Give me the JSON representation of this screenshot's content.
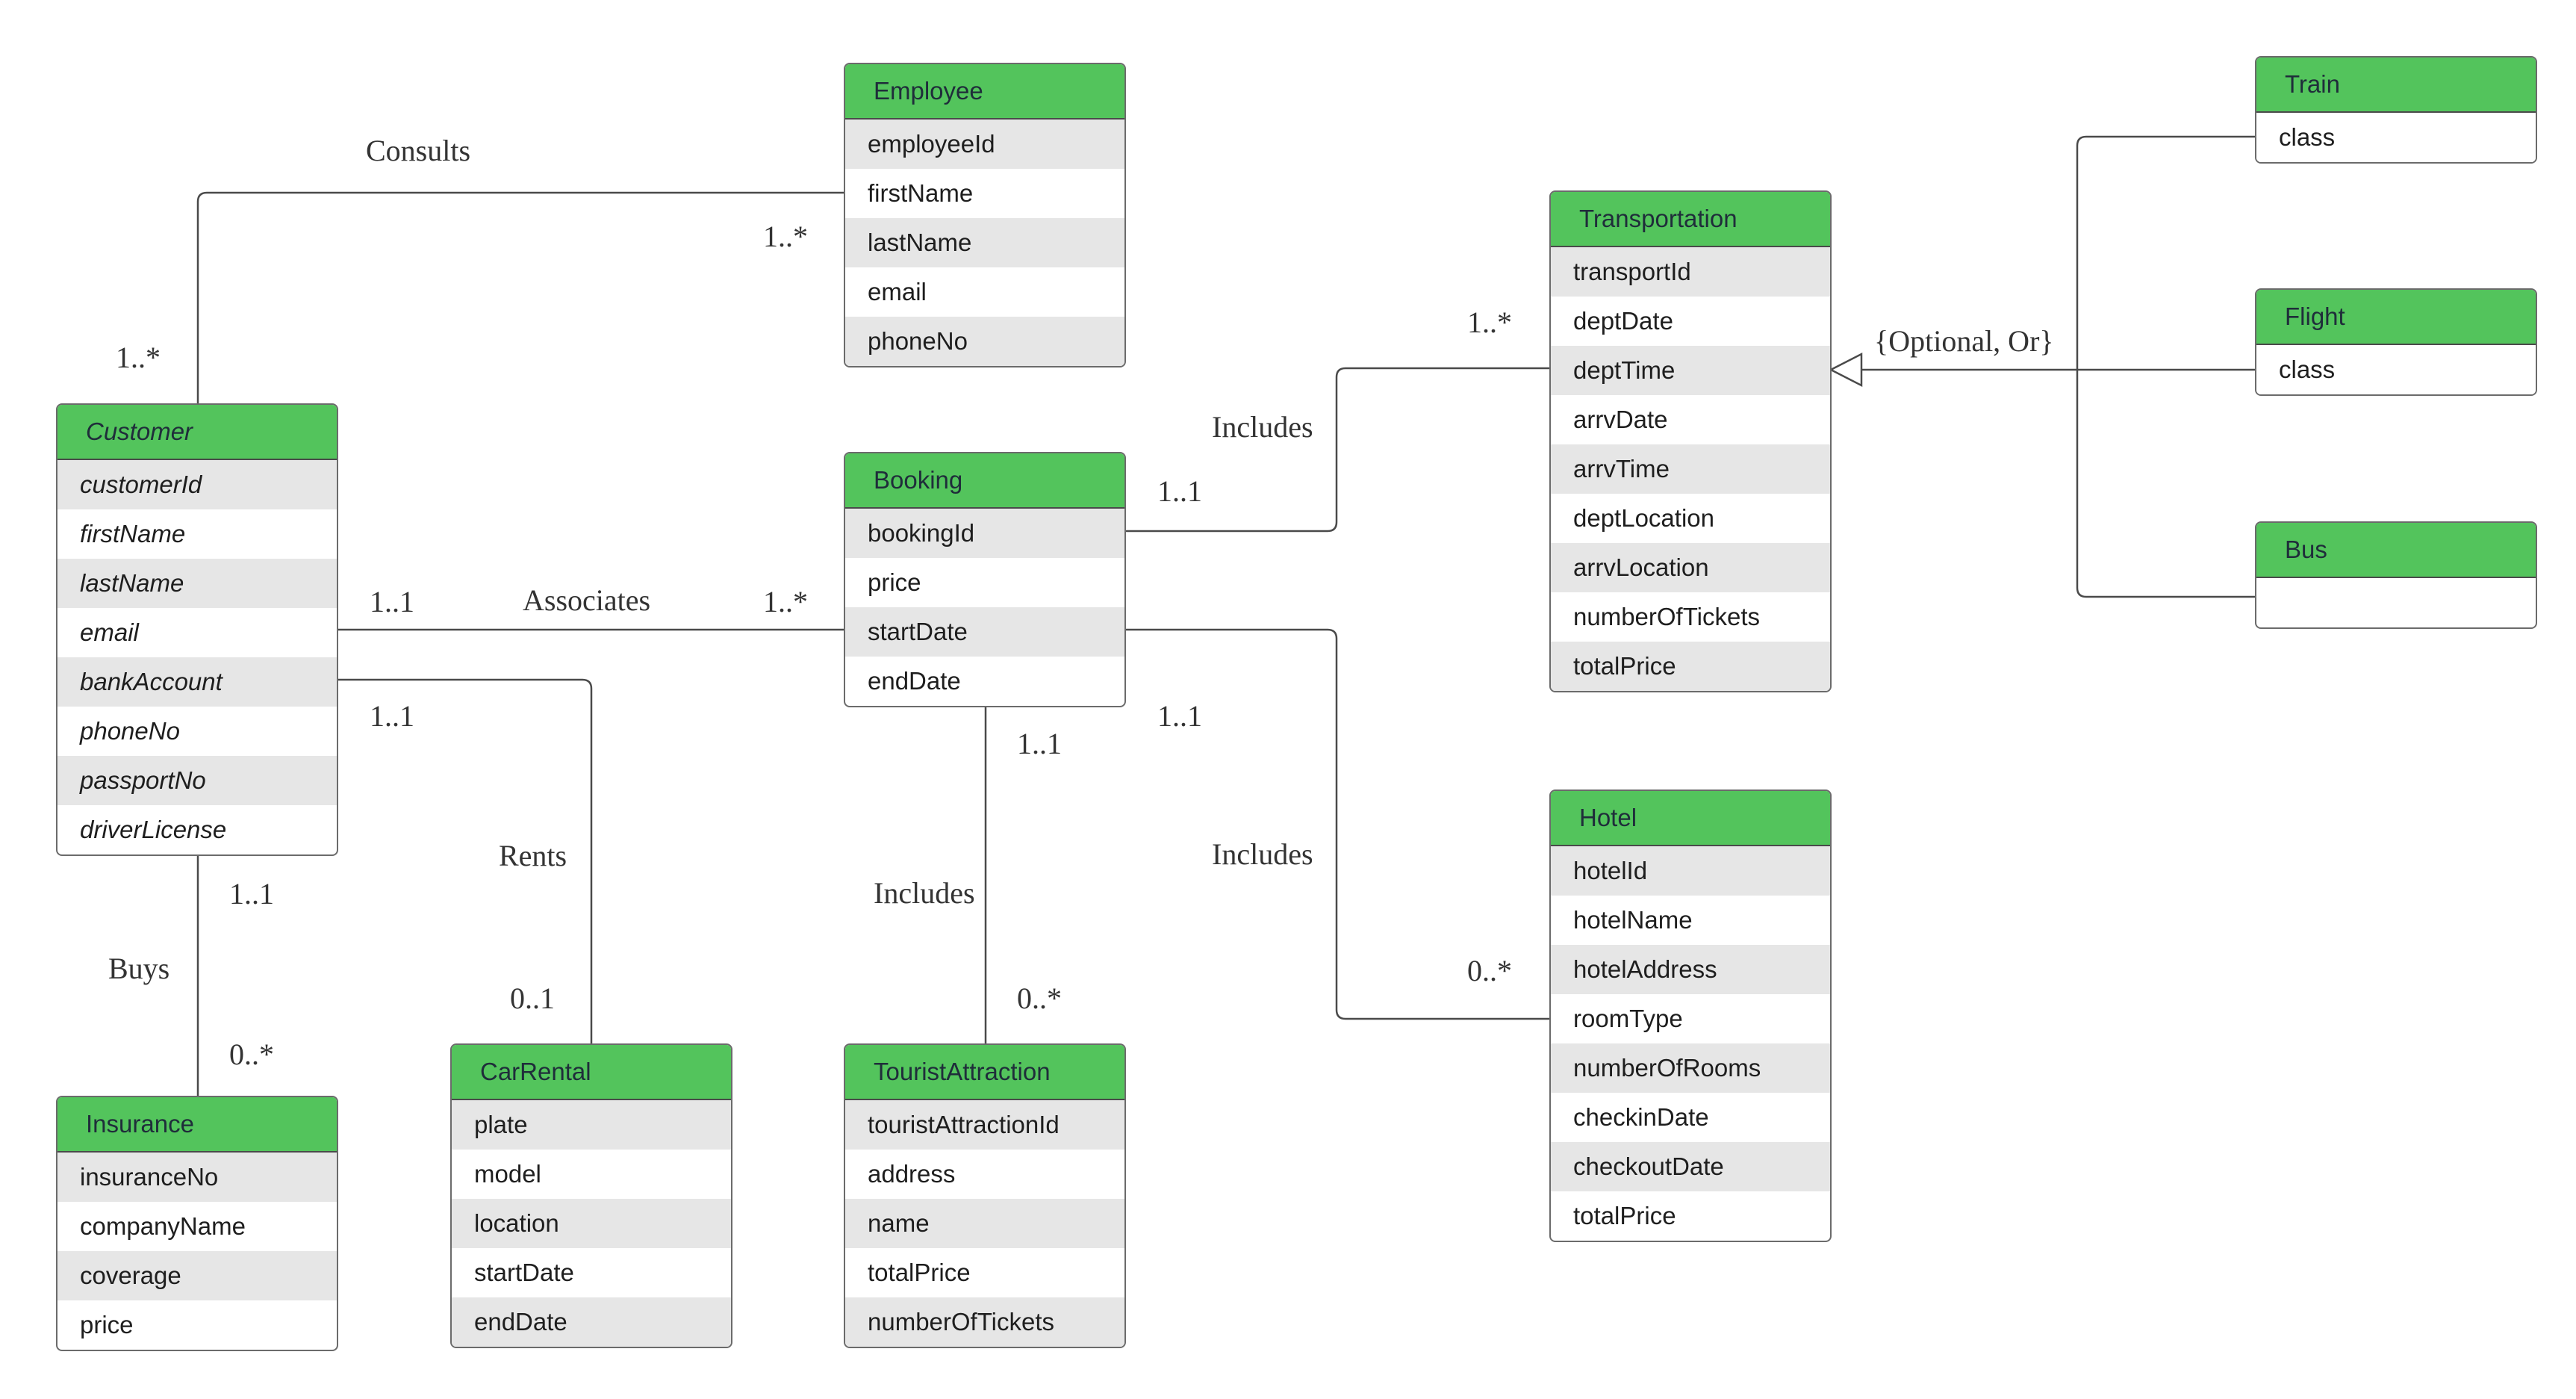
{
  "classes": {
    "employee": {
      "name": "Employee",
      "attributes": [
        "employeeId",
        "firstName",
        "lastName",
        "email",
        "phoneNo"
      ]
    },
    "customer": {
      "name": "Customer",
      "attributes": [
        "customerId",
        "firstName",
        "lastName",
        "email",
        "bankAccount",
        "phoneNo",
        "passportNo",
        "driverLicense"
      ]
    },
    "booking": {
      "name": "Booking",
      "attributes": [
        "bookingId",
        "price",
        "startDate",
        "endDate"
      ]
    },
    "transportation": {
      "name": "Transportation",
      "attributes": [
        "transportId",
        "deptDate",
        "deptTime",
        "arrvDate",
        "arrvTime",
        "deptLocation",
        "arrvLocation",
        "numberOfTickets",
        "totalPrice"
      ]
    },
    "train": {
      "name": "Train",
      "attributes": [
        "class"
      ]
    },
    "flight": {
      "name": "Flight",
      "attributes": [
        "class"
      ]
    },
    "bus": {
      "name": "Bus",
      "attributes": []
    },
    "hotel": {
      "name": "Hotel",
      "attributes": [
        "hotelId",
        "hotelName",
        "hotelAddress",
        "roomType",
        "numberOfRooms",
        "checkinDate",
        "checkoutDate",
        "totalPrice"
      ]
    },
    "insurance": {
      "name": "Insurance",
      "attributes": [
        "insuranceNo",
        "companyName",
        "coverage",
        "price"
      ]
    },
    "carRental": {
      "name": "CarRental",
      "attributes": [
        "plate",
        "model",
        "location",
        "startDate",
        "endDate"
      ]
    },
    "touristAttraction": {
      "name": "TouristAttraction",
      "attributes": [
        "touristAttractionId",
        "address",
        "name",
        "totalPrice",
        "numberOfTickets"
      ]
    }
  },
  "relationships": {
    "consults": {
      "label": "Consults",
      "customer_mult": "1..*",
      "employee_mult": "1..*"
    },
    "associates": {
      "label": "Associates",
      "customer_mult": "1..1",
      "booking_mult": "1..*"
    },
    "rents": {
      "label": "Rents",
      "customer_mult": "1..1",
      "carrental_mult": "0..1"
    },
    "buys": {
      "label": "Buys",
      "customer_mult": "1..1",
      "insurance_mult": "0..*"
    },
    "includes_transport": {
      "label": "Includes",
      "booking_mult": "1..1",
      "transport_mult": "1..*"
    },
    "includes_hotel": {
      "label": "Includes",
      "booking_mult": "1..1",
      "hotel_mult": "0..*"
    },
    "includes_attraction": {
      "label": "Includes",
      "booking_mult": "1..1",
      "attraction_mult": "0..*"
    },
    "generalization": {
      "label": "{Optional, Or}"
    }
  },
  "colors": {
    "header": "#53c45c",
    "stripe": "#e6e6e6",
    "line": "#4a4a4a"
  }
}
